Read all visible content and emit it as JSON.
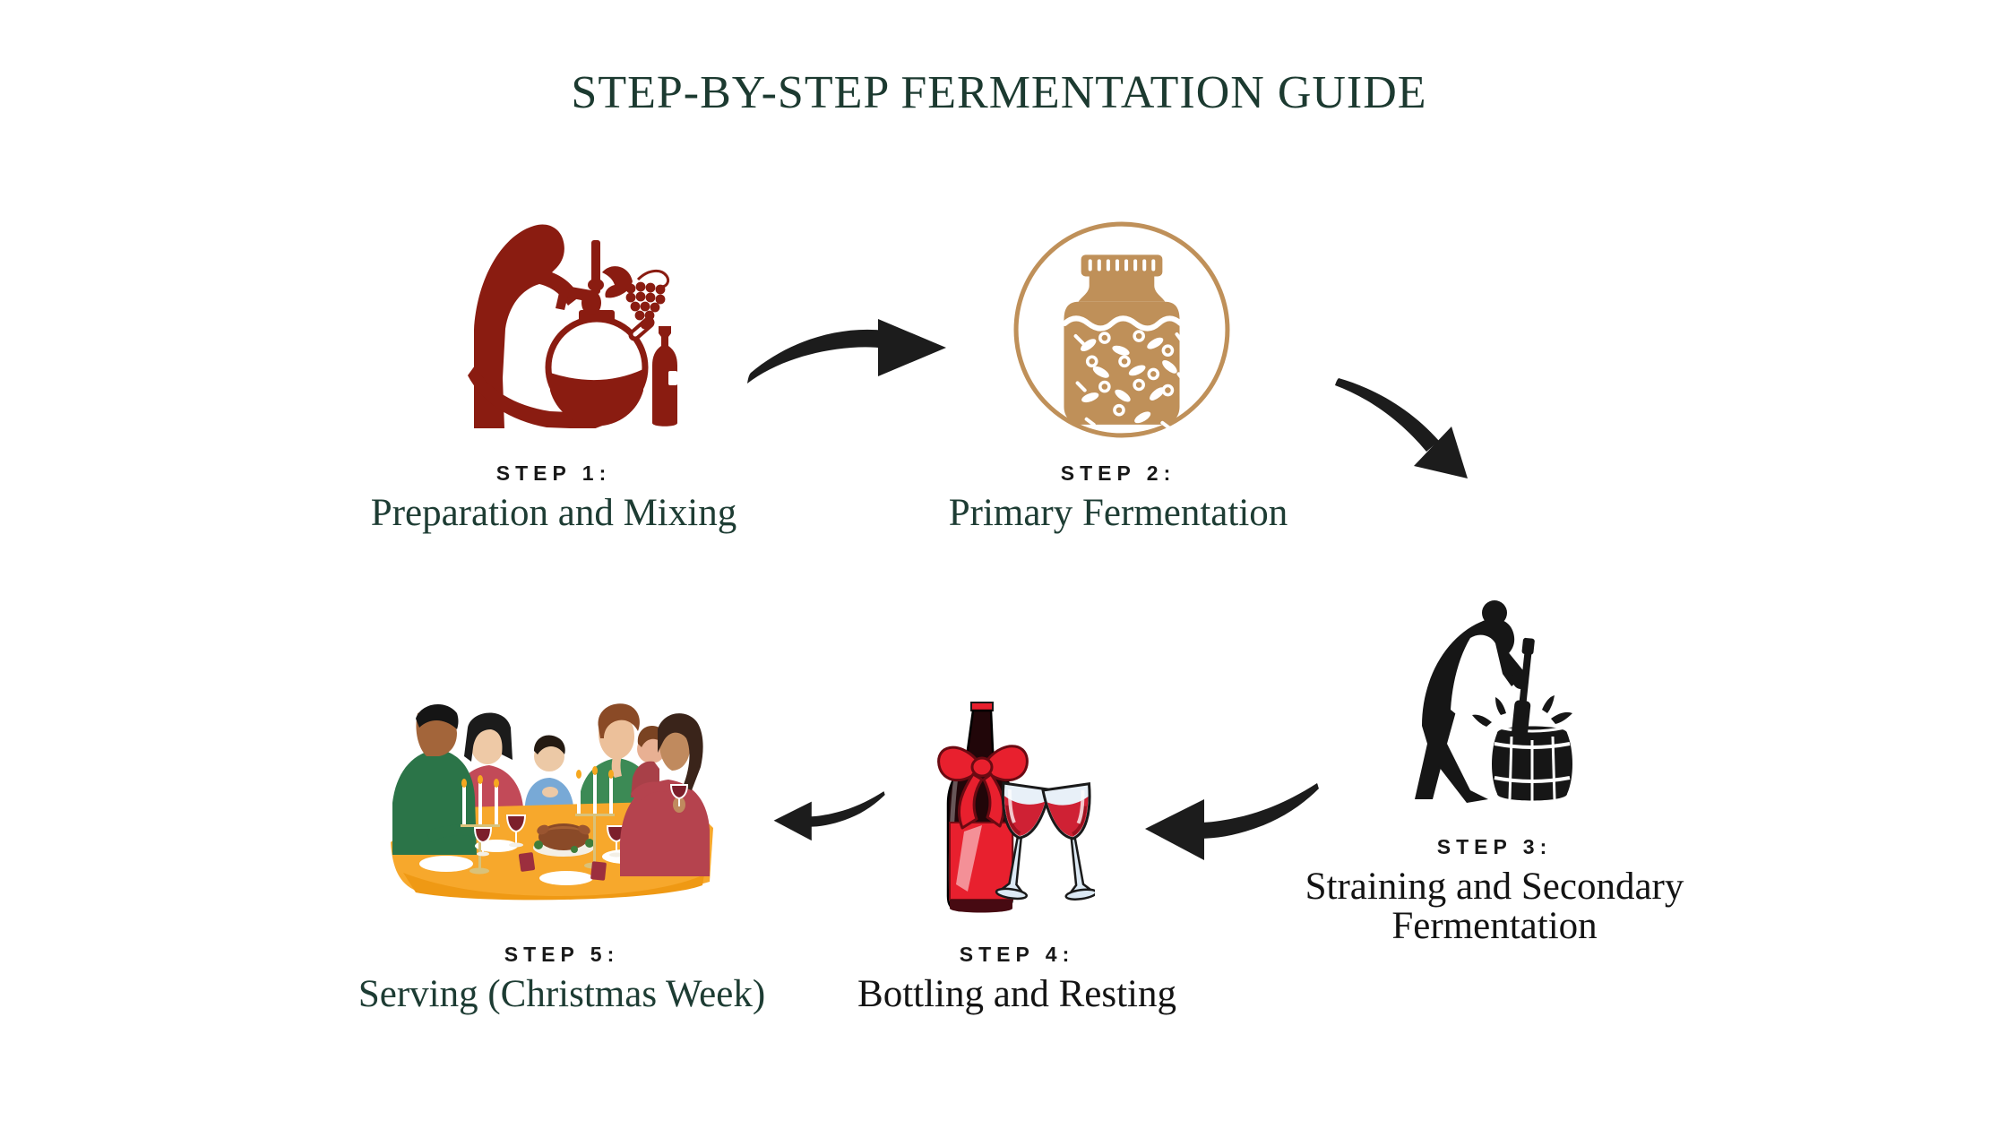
{
  "title": "STEP-BY-STEP FERMENTATION GUIDE",
  "colors": {
    "background": "#ffffff",
    "title_text": "#1c3a30",
    "step_label_text": "#181818",
    "step_name_green": "#1d3c33",
    "step_name_black": "#131313",
    "arrow": "#1c1c1c",
    "step1_maroon": "#8a1c11",
    "step2_tan": "#bf9059",
    "step3_black": "#161616",
    "step4_red": "#e8202e",
    "step5_tablecloth_orange": "#f7a82c"
  },
  "steps": [
    {
      "label": "STEP 1:",
      "name": "Preparation and Mixing",
      "icon": "winemaker-mixing-illustration",
      "name_color": "#1d3c33"
    },
    {
      "label": "STEP 2:",
      "name": "Primary Fermentation",
      "icon": "fermentation-jar-icon",
      "name_color": "#1d3c33"
    },
    {
      "label": "STEP 3:",
      "name": "Straining and Secondary Fermentation",
      "icon": "barrel-stirring-illustration",
      "name_color": "#131313"
    },
    {
      "label": "STEP 4:",
      "name": "Bottling and Resting",
      "icon": "wine-bottle-and-glasses-illustration",
      "name_color": "#131313"
    },
    {
      "label": "STEP 5:",
      "name": "Serving (Christmas Week)",
      "icon": "family-dinner-illustration",
      "name_color": "#1d3c33"
    }
  ],
  "arrows": [
    {
      "from": "step-1",
      "to": "step-2",
      "direction": "right-arc-up"
    },
    {
      "from": "step-2",
      "to": "step-3",
      "direction": "down-right"
    },
    {
      "from": "step-3",
      "to": "step-4",
      "direction": "left"
    },
    {
      "from": "step-4",
      "to": "step-5",
      "direction": "left"
    }
  ]
}
